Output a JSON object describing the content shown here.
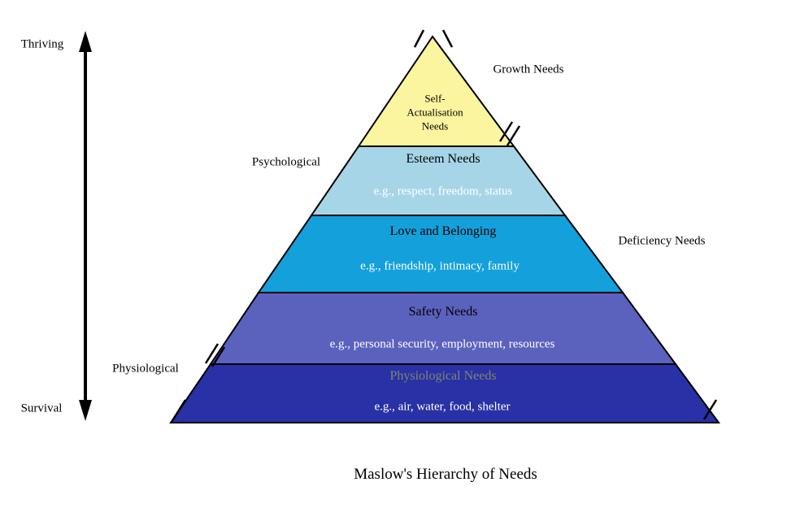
{
  "title": "Maslow's Hierarchy of Needs",
  "scale": {
    "top": "Thriving",
    "bottom": "Survival"
  },
  "brackets": {
    "growth": "Growth Needs",
    "deficiency": "Deficiency Needs",
    "psychological": "Psychological",
    "physiological": "Physiological"
  },
  "levels": [
    {
      "name": "Self-Actualisation Needs",
      "fill": "#FBF59F",
      "name_color": "#000000"
    },
    {
      "name": "Esteem Needs",
      "example": "e.g., respect, freedom, status",
      "fill": "#A6D5E8",
      "name_color": "#000000",
      "example_color": "#FFFFFF"
    },
    {
      "name": "Love and Belonging",
      "example": "e.g., friendship, intimacy, family",
      "fill": "#14A0DB",
      "name_color": "#000000",
      "example_color": "#FFFFFF"
    },
    {
      "name": "Safety Needs",
      "example": "e.g., personal security, employment, resources",
      "fill": "#5A62BE",
      "name_color": "#000000",
      "example_color": "#FFFFFF"
    },
    {
      "name": "Physiological Needs",
      "example": "e.g., air, water, food, shelter",
      "fill": "#2831A5",
      "name_color": "#82866B",
      "example_color": "#FFFFFF"
    }
  ],
  "outline_color": "#000000"
}
